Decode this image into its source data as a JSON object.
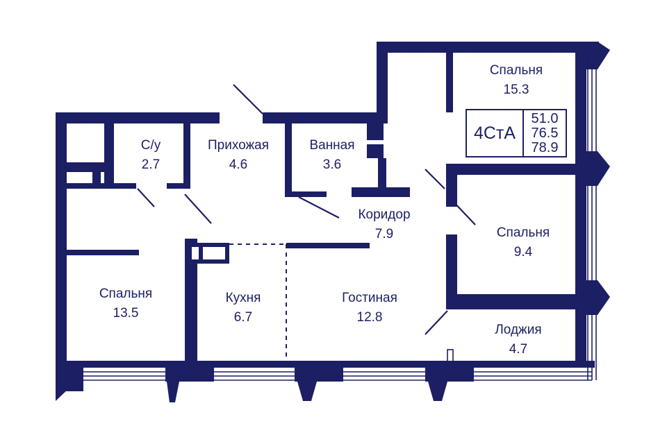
{
  "colors": {
    "wall": "#1c1f63",
    "background": "#ffffff"
  },
  "apartment": {
    "code": "4СтА",
    "areas": [
      "51.0",
      "76.5",
      "78.9"
    ]
  },
  "rooms": [
    {
      "id": "bedroom-top",
      "name": "Спальня",
      "area": "15.3"
    },
    {
      "id": "wc",
      "name": "С/у",
      "area": "2.7"
    },
    {
      "id": "hallway",
      "name": "Прихожая",
      "area": "4.6"
    },
    {
      "id": "bathroom",
      "name": "Ванная",
      "area": "3.6"
    },
    {
      "id": "corridor",
      "name": "Коридор",
      "area": "7.9"
    },
    {
      "id": "bedroom-right",
      "name": "Спальня",
      "area": "9.4"
    },
    {
      "id": "bedroom-left",
      "name": "Спальня",
      "area": "13.5"
    },
    {
      "id": "kitchen",
      "name": "Кухня",
      "area": "6.7"
    },
    {
      "id": "living",
      "name": "Гостиная",
      "area": "12.8"
    },
    {
      "id": "loggia",
      "name": "Лоджия",
      "area": "4.7"
    }
  ]
}
